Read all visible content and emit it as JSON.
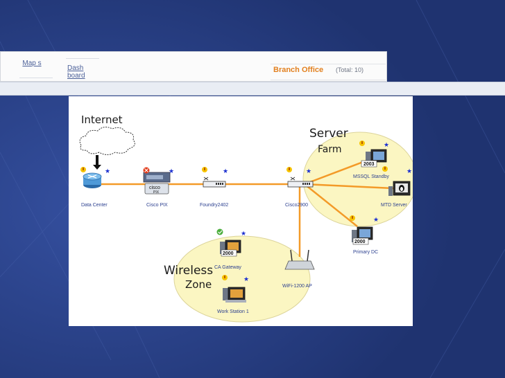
{
  "tabs": {
    "maps": "Map s",
    "dashboard": "Dash board"
  },
  "header": {
    "title": "Branch Office",
    "total": "(Total: 10)"
  },
  "zones": {
    "internet": "Internet",
    "server_line1": "Server",
    "server_line2": "Farm",
    "wireless_line1": "Wireless",
    "wireless_line2": "Zone"
  },
  "devices": {
    "data_center": "Data Center",
    "cisco_pix": "Cisco PIX",
    "foundry": "Foundry2402",
    "cisco2900": "Cisco2900",
    "mssql": "MSSQL Standby",
    "mtd": "MTD Server",
    "primary_dc": "Primary DC",
    "ca_gateway": "CA Gateway",
    "wifi": "WiFi-1200 AP",
    "workstation": "Work Station 1"
  },
  "badges": {
    "win2003": "2003",
    "win2000": "2000",
    "cisco": "cisco",
    "pix": "PIX"
  },
  "colors": {
    "background": "#233a78",
    "link": "#f39a28",
    "zone": "#fbf6c2",
    "warning": "#f7c400",
    "critical": "#e23d1d",
    "ok": "#4cae3d",
    "star": "#1b2fd0"
  }
}
